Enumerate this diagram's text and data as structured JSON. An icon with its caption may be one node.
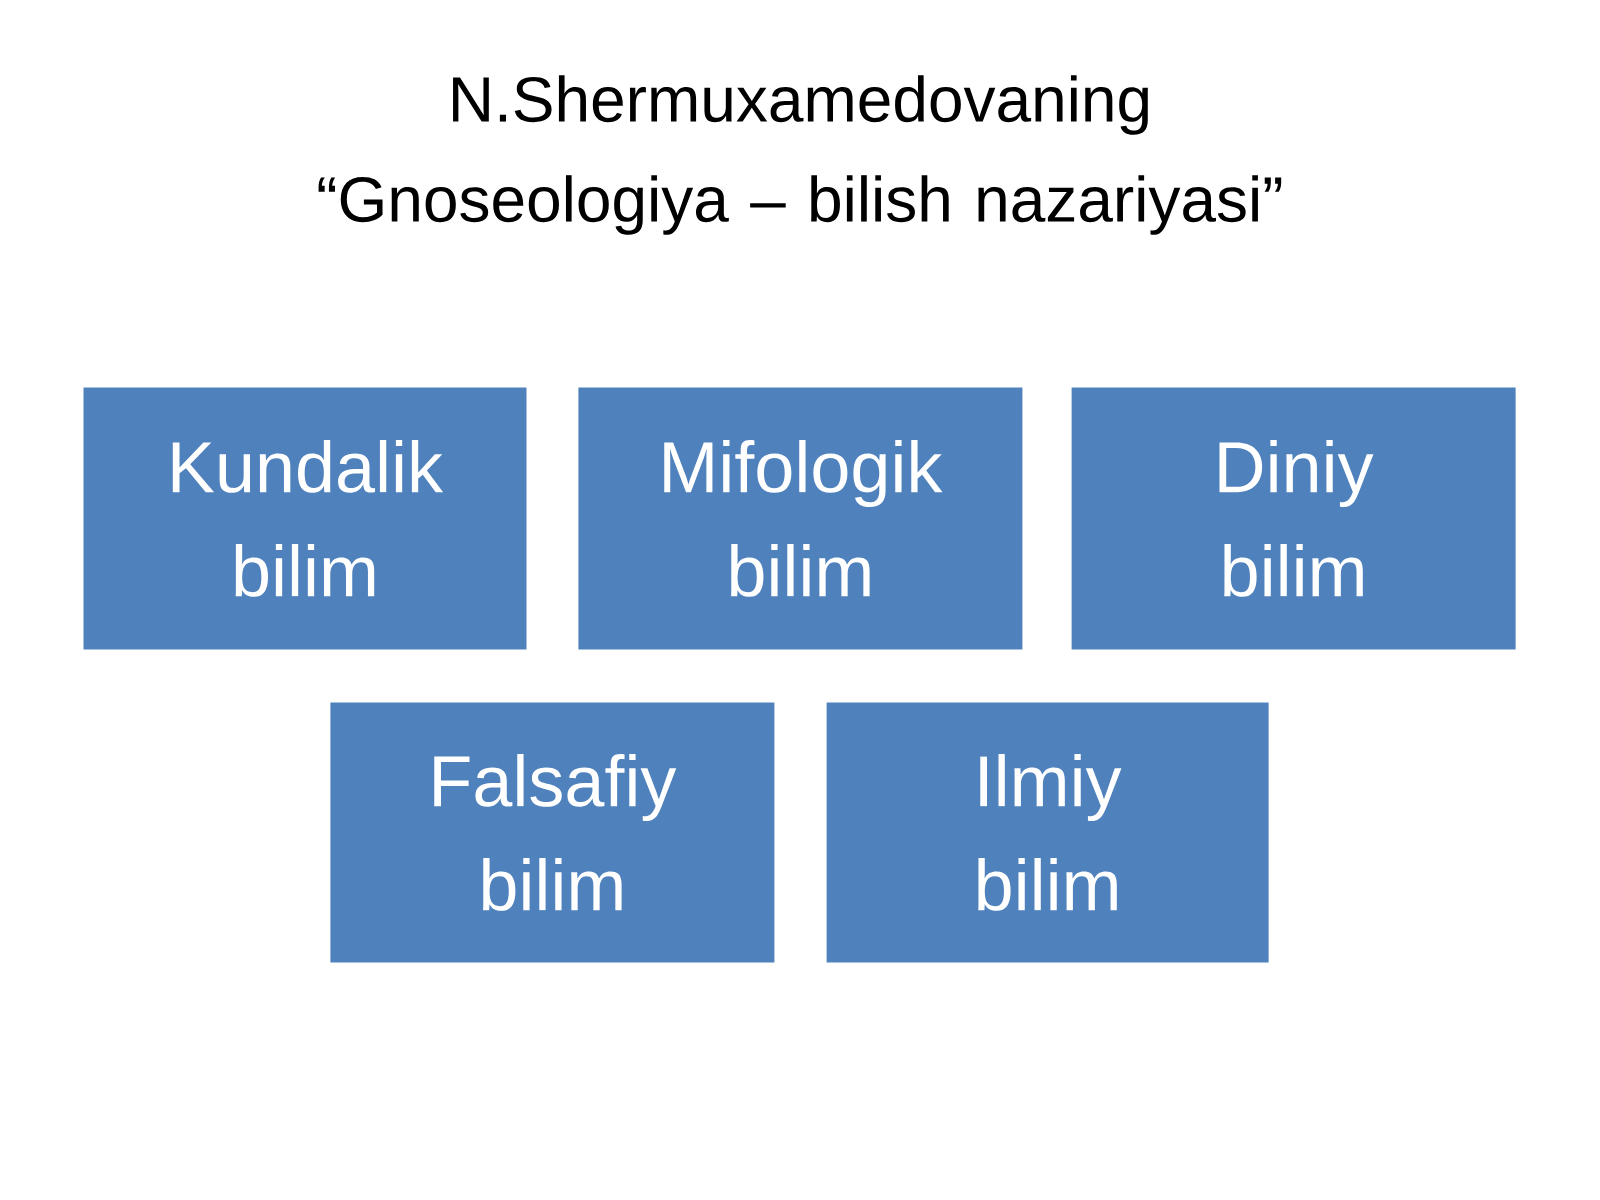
{
  "diagram": {
    "title": "N.Shermuxamedovaning “Gnoseologiya – bilish nazariyasi”",
    "nodes": [
      {
        "text": [
          "Kundalik bilim"
        ]
      },
      {
        "text": [
          "Mifologik bilim"
        ]
      },
      {
        "text": [
          "Diniy bilim"
        ]
      },
      {
        "text": [
          "Falsafiy bilim"
        ]
      },
      {
        "text": [
          "Ilmiy bilim"
        ]
      }
    ]
  }
}
